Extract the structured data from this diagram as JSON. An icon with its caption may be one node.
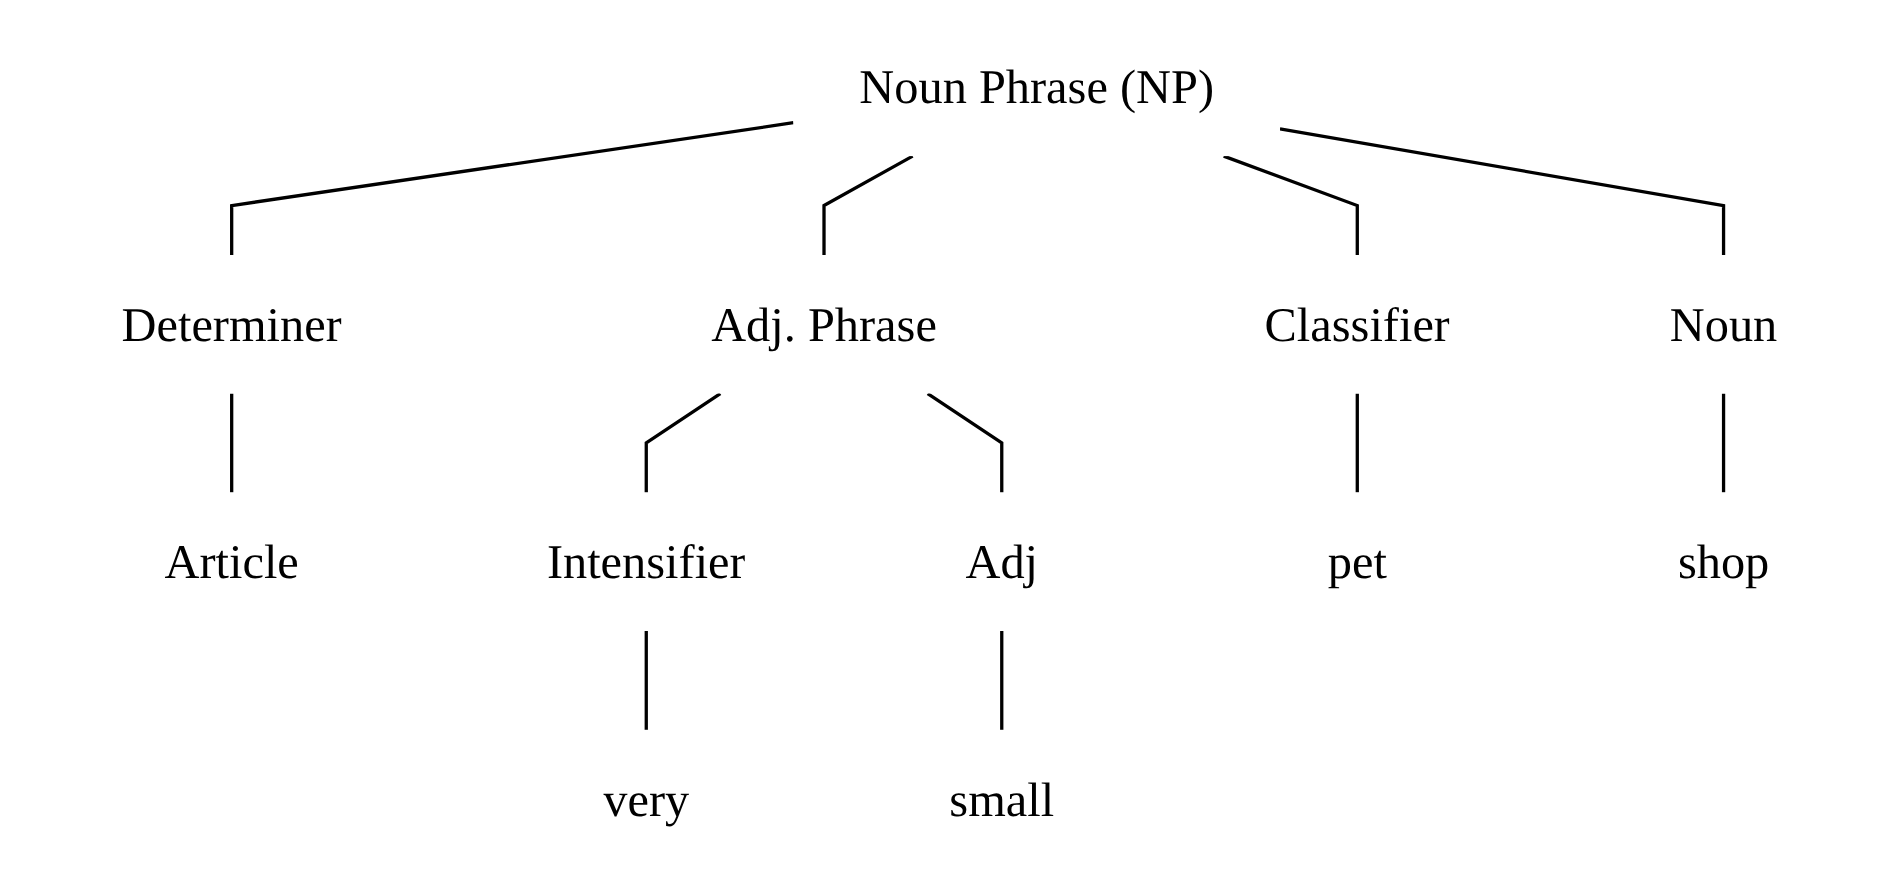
{
  "diagram": {
    "nodes": [
      {
        "text": [
          "Noun Phrase (NP)"
        ]
      },
      {
        "text": [
          "Determiner"
        ]
      },
      {
        "text": [
          "Adj. Phrase"
        ]
      },
      {
        "text": [
          "Classifier"
        ]
      },
      {
        "text": [
          "Noun"
        ]
      },
      {
        "text": [
          "Article"
        ]
      },
      {
        "text": [
          "Intensifier"
        ]
      },
      {
        "text": [
          "Adj"
        ]
      },
      {
        "text": [
          "pet"
        ]
      },
      {
        "text": [
          "shop"
        ]
      },
      {
        "text": [
          "very"
        ]
      },
      {
        "text": [
          "small"
        ]
      }
    ],
    "edges": [
      {
        "from": 0,
        "to": 1,
        "arrow": "none"
      },
      {
        "from": 0,
        "to": 2,
        "arrow": "none"
      },
      {
        "from": 0,
        "to": 3,
        "arrow": "none"
      },
      {
        "from": 0,
        "to": 4,
        "arrow": "none"
      },
      {
        "from": 1,
        "to": 5,
        "arrow": "none"
      },
      {
        "from": 2,
        "to": 6,
        "arrow": "none"
      },
      {
        "from": 2,
        "to": 7,
        "arrow": "none"
      },
      {
        "from": 3,
        "to": 8,
        "arrow": "none"
      },
      {
        "from": 4,
        "to": 9,
        "arrow": "none"
      },
      {
        "from": 6,
        "to": 10,
        "arrow": "none"
      },
      {
        "from": 7,
        "to": 11,
        "arrow": "none"
      }
    ]
  }
}
